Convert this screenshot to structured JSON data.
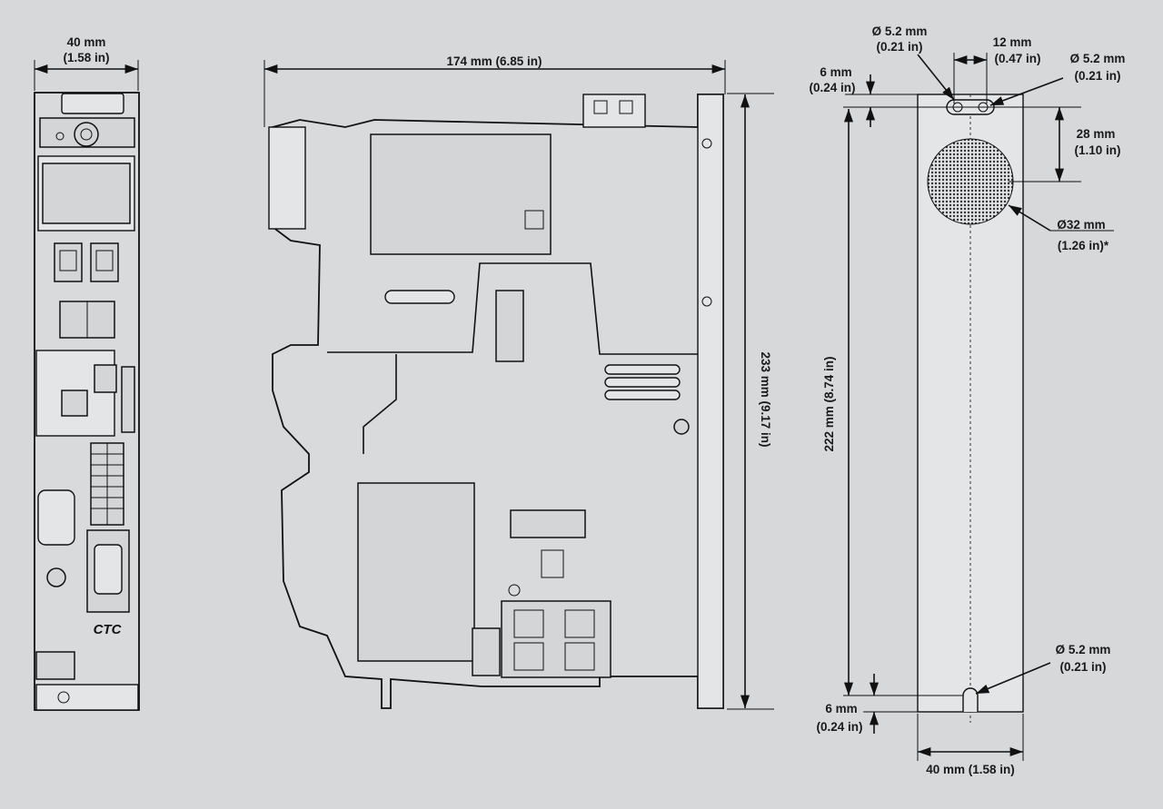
{
  "front_view": {
    "width_mm": "40 mm",
    "width_in": "(1.58 in)",
    "logo_text": "CTC"
  },
  "side_view": {
    "width": "174 mm (6.85 in)",
    "height": "233 mm (9.17 in)"
  },
  "mounting_view": {
    "hole_top_left_mm": "Ø 5.2 mm",
    "hole_top_left_in": "(0.21 in)",
    "hole_spacing_mm": "12 mm",
    "hole_spacing_in": "(0.47 in)",
    "hole_top_right_mm": "Ø 5.2 mm",
    "hole_top_right_in": "(0.21 in)",
    "top_offset_mm": "6 mm",
    "top_offset_in": "(0.24 in)",
    "vent_offset_mm": "28 mm",
    "vent_offset_in": "(1.10 in)",
    "vent_dia_mm": "Ø32 mm",
    "vent_dia_in": "(1.26 in)*",
    "height": "222 mm (8.74 in)",
    "hole_bottom_mm": "Ø 5.2 mm",
    "hole_bottom_in": "(0.21 in)",
    "bottom_offset_mm": "6 mm",
    "bottom_offset_in": "(0.24 in)",
    "width": "40 mm (1.58 in)"
  }
}
